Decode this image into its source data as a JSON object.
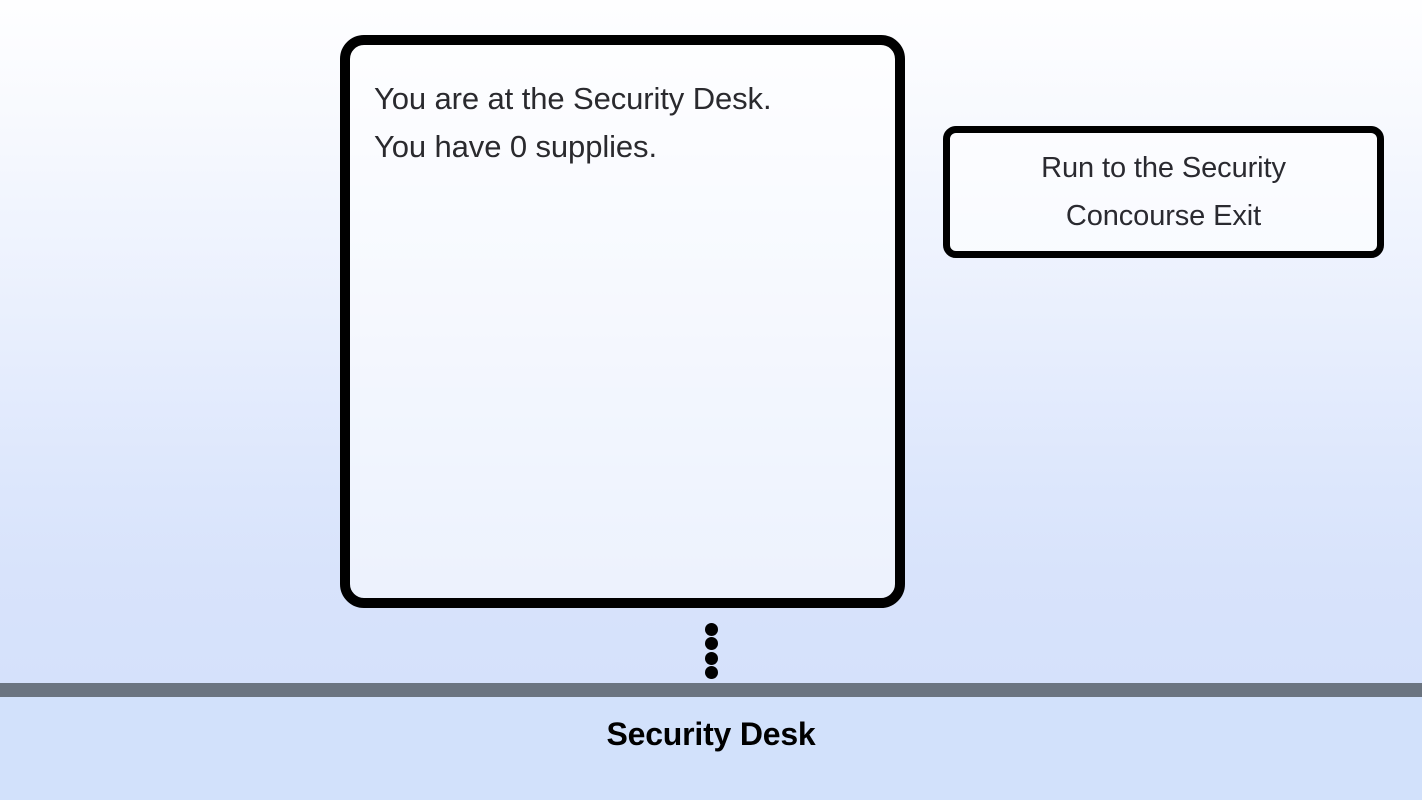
{
  "scene": {
    "background_top_color": "#fefeff",
    "background_bottom_color": "#d5e1fb",
    "divider_color": "#6b7480",
    "footer_color": "#d2e1fb"
  },
  "status_panel": {
    "border_color": "#000000",
    "text_color": "#2a2a2e",
    "lines": [
      "You are at the Security Desk.",
      "You have 0 supplies."
    ],
    "location_name": "Security Desk",
    "supplies_count": "0"
  },
  "actions": [
    {
      "id": "run-to-security-concourse-exit",
      "label_line_1": "Run to the Security",
      "label_line_2": "Concourse Exit",
      "label": "Run to the Security Concourse Exit",
      "border_color": "#000000",
      "text_color": "#2a2a30"
    }
  ],
  "connector": {
    "dot_count": 4,
    "dot_color": "#000000"
  },
  "footer": {
    "location_label": "Security Desk",
    "text_color": "#000000"
  }
}
